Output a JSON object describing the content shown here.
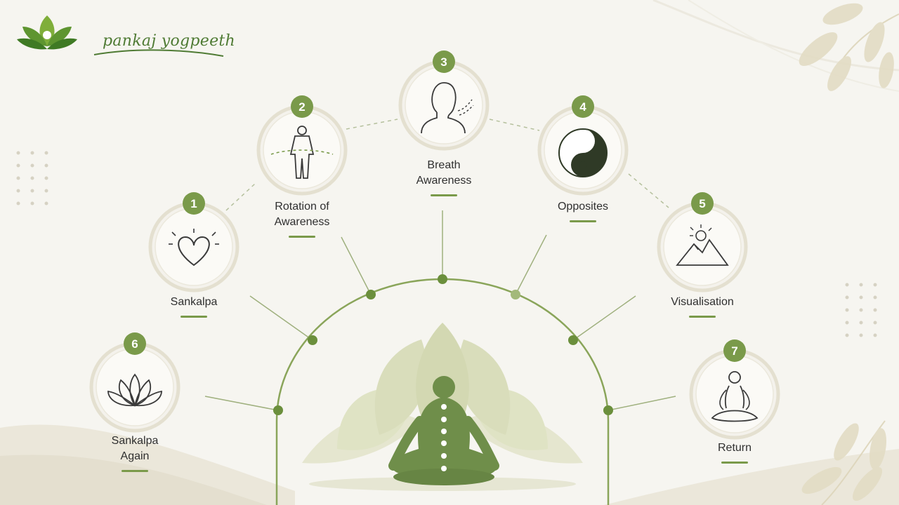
{
  "brand": {
    "name": "pankaj yogpeeth",
    "accent_color": "#7a9a4a",
    "dark_green": "#5b7a3a"
  },
  "steps": [
    {
      "number": "1",
      "lines": [
        "Sankalpa"
      ],
      "icon": "heart-icon"
    },
    {
      "number": "2",
      "lines": [
        "Rotation of",
        "Awareness"
      ],
      "icon": "body-scan-icon"
    },
    {
      "number": "3",
      "lines": [
        "Breath",
        "Awareness"
      ],
      "icon": "breath-icon"
    },
    {
      "number": "4",
      "lines": [
        "Opposites"
      ],
      "icon": "yin-yang-icon"
    },
    {
      "number": "5",
      "lines": [
        "Visualisation"
      ],
      "icon": "mountain-sun-icon"
    },
    {
      "number": "6",
      "lines": [
        "Sankalpa",
        "Again"
      ],
      "icon": "lotus-icon"
    },
    {
      "number": "7",
      "lines": [
        "Return"
      ],
      "icon": "meditation-figure-icon"
    }
  ],
  "center_figure": {
    "icon": "meditating-figure-chakras-icon"
  }
}
